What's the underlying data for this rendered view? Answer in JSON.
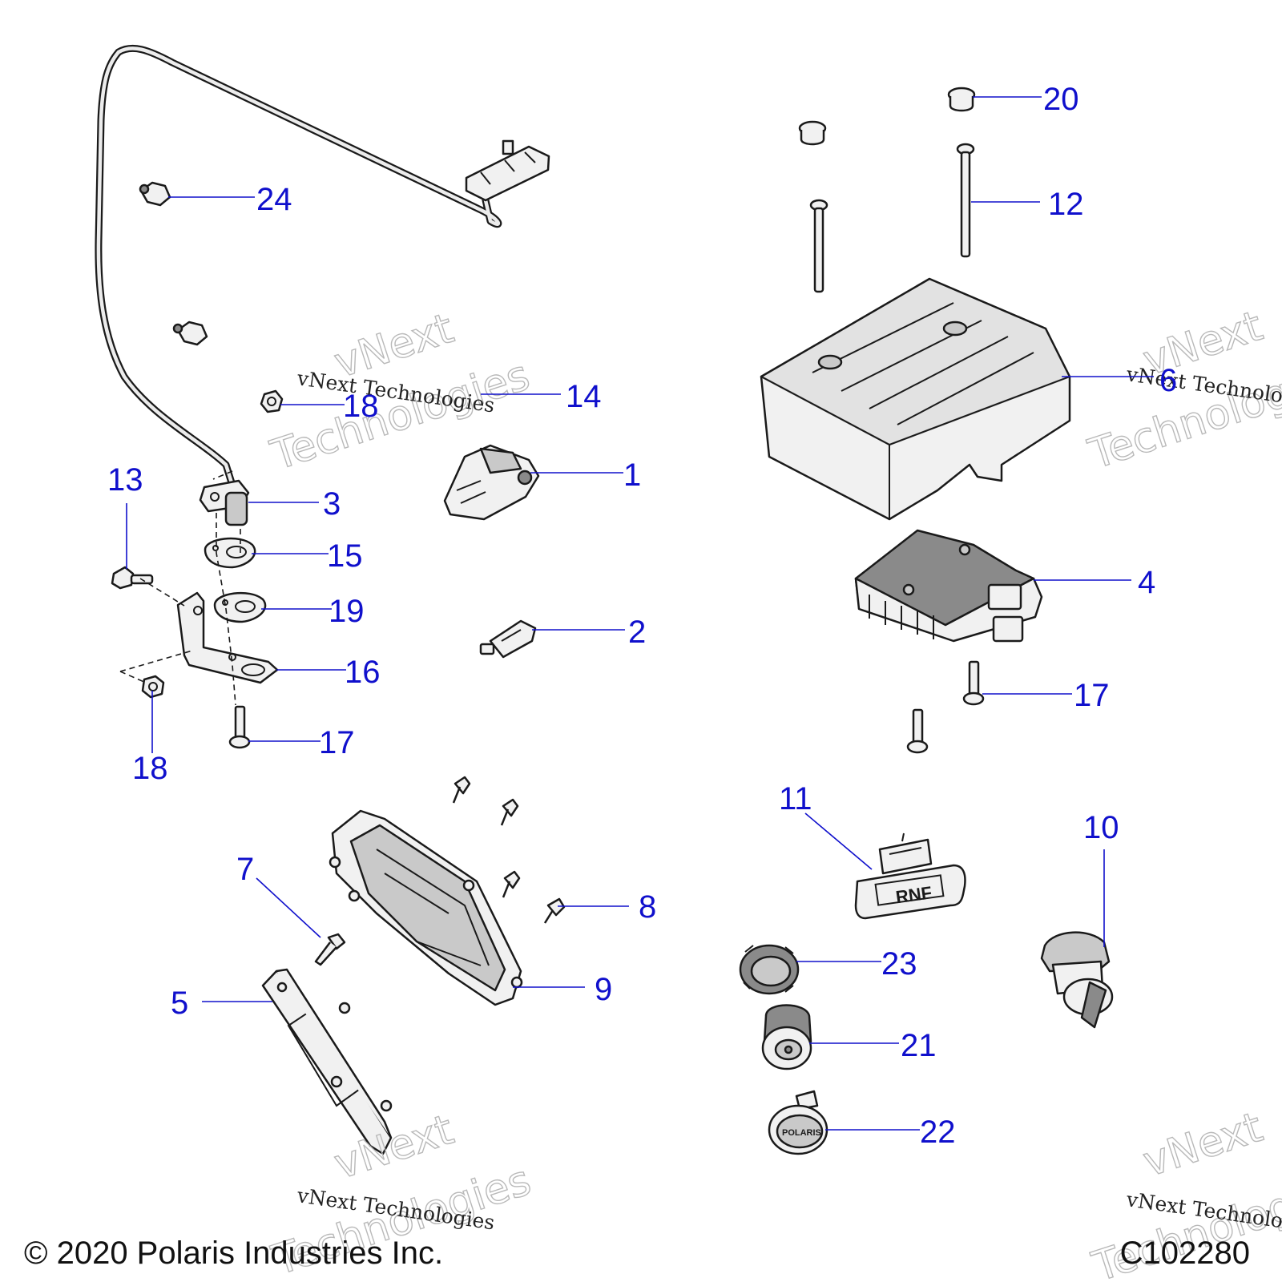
{
  "callouts": {
    "c1": "1",
    "c2": "2",
    "c3": "3",
    "c4": "4",
    "c5": "5",
    "c6": "6",
    "c7": "7",
    "c8": "8",
    "c9": "9",
    "c10": "10",
    "c11": "11",
    "c12": "12",
    "c13": "13",
    "c14": "14",
    "c15": "15",
    "c16": "16",
    "c17a": "17",
    "c17b": "17",
    "c18a": "18",
    "c18b": "18",
    "c19": "19",
    "c20": "20",
    "c21": "21",
    "c22": "22",
    "c23": "23",
    "c24": "24"
  },
  "part_text": {
    "switch_11": "RNF",
    "cap_22": "POLARIS"
  },
  "watermark": {
    "text": "vNext Technologies",
    "word1": "vNext",
    "word2": "Technologies"
  },
  "footer": {
    "copyright": "© 2020 Polaris Industries Inc.",
    "figure_code": "C102280"
  },
  "colors": {
    "callout": "#1010cc",
    "line_art": "#1a1a1a"
  }
}
